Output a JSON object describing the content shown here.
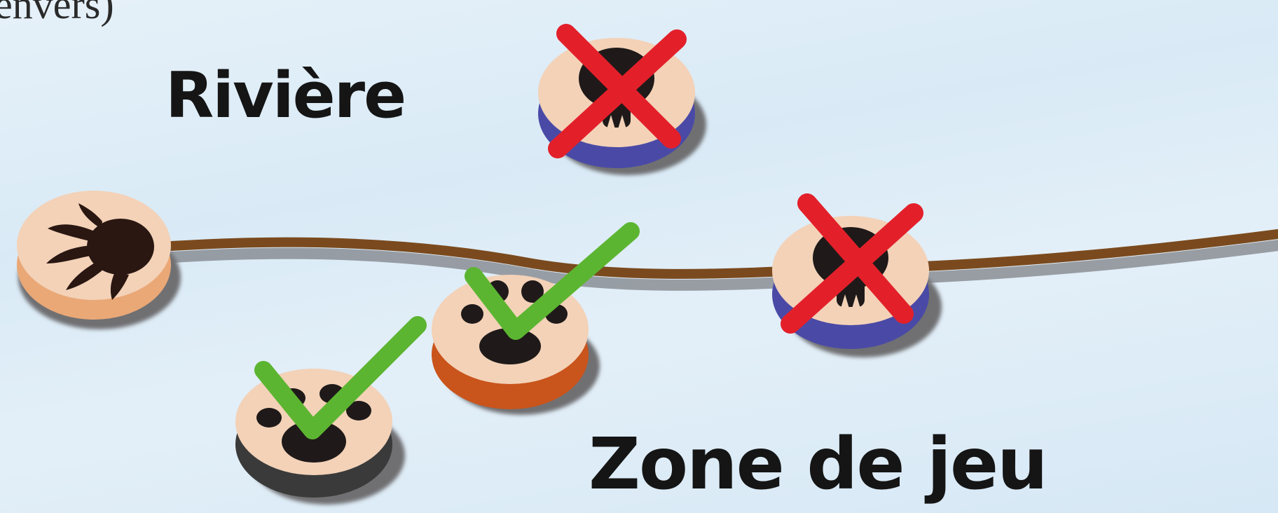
{
  "caption_fragment": "envers)",
  "labels": {
    "river": "Rivière",
    "play_zone": "Zone de jeu"
  },
  "tokens": [
    {
      "name": "hand-print-token",
      "symbol": "hand-print-icon",
      "mark": "none",
      "edge_color": "#eaa877"
    },
    {
      "name": "river-token-top",
      "symbol": "skull-icon",
      "mark": "red-cross-icon",
      "edge_color": "#4a4aa6"
    },
    {
      "name": "paw-token-small",
      "symbol": "paw-print-icon",
      "mark": "green-check-icon",
      "edge_color": "#3a3a3a"
    },
    {
      "name": "paw-token-orange",
      "symbol": "paw-print-icon",
      "mark": "green-check-icon",
      "edge_color": "#c9541c"
    },
    {
      "name": "river-token-right",
      "symbol": "skull-icon",
      "mark": "red-cross-icon",
      "edge_color": "#4a4aa6"
    }
  ],
  "colors": {
    "token_face": "#f3d2b8",
    "river_line": "#7a4a1e",
    "cross": "#e3202a",
    "check": "#5cb531",
    "text": "#151515"
  }
}
